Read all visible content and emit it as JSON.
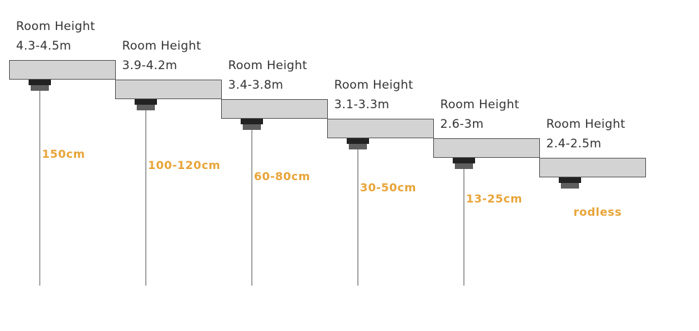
{
  "colors": {
    "ceiling_fill": "#d3d3d3",
    "ceiling_border": "#555555",
    "label_text": "#333333",
    "rod_label_text": "#e8a53a",
    "mount_top": "#222222",
    "mount_bottom": "#5e5e5e",
    "rod": "#aaaaaa"
  },
  "steps": [
    {
      "room_label": "Room Height",
      "room_height": "4.3-4.5m",
      "rod_length": "150cm",
      "has_rod": true
    },
    {
      "room_label": "Room Height",
      "room_height": "3.9-4.2m",
      "rod_length": "100-120cm",
      "has_rod": true
    },
    {
      "room_label": "Room Height",
      "room_height": "3.4-3.8m",
      "rod_length": "60-80cm",
      "has_rod": true
    },
    {
      "room_label": "Room Height",
      "room_height": "3.1-3.3m",
      "rod_length": "30-50cm",
      "has_rod": true
    },
    {
      "room_label": "Room Height",
      "room_height": "2.6-3m",
      "rod_length": "13-25cm",
      "has_rod": true
    },
    {
      "room_label": "Room Height",
      "room_height": "2.4-2.5m",
      "rod_length": "rodless",
      "has_rod": false
    }
  ]
}
